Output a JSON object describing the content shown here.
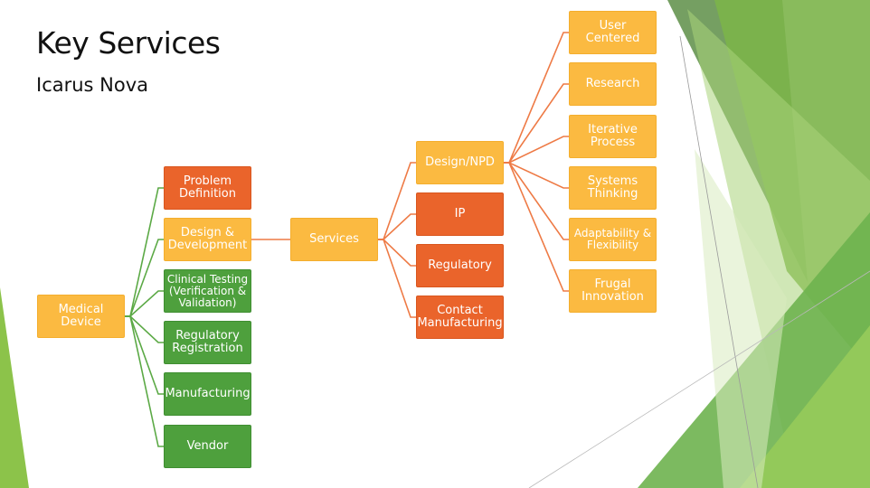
{
  "slide": {
    "title": "Key Services",
    "subtitle": "Icarus Nova"
  },
  "colors": {
    "yellow": "#FBBA41",
    "orange": "#EA642B",
    "green": "#4EA03D",
    "line_green": "#5BA945",
    "line_orange": "#EE7A45"
  },
  "diagram": {
    "root": {
      "label": "Medical Device"
    },
    "level1": [
      {
        "label": "Problem\nDefinition",
        "color": "orange"
      },
      {
        "label": "Design &\nDevelopment",
        "color": "yellow"
      },
      {
        "label": "Clinical Testing\n(Verification &\nValidation)",
        "color": "green"
      },
      {
        "label": "Regulatory\nRegistration",
        "color": "green"
      },
      {
        "label": "Manufacturing",
        "color": "green"
      },
      {
        "label": "Vendor",
        "color": "green"
      }
    ],
    "services": {
      "label": "Services"
    },
    "level3": [
      {
        "label": "Design/NPD",
        "color": "yellow"
      },
      {
        "label": "IP",
        "color": "orange"
      },
      {
        "label": "Regulatory",
        "color": "orange"
      },
      {
        "label": "Contact\nManufacturing",
        "color": "orange"
      }
    ],
    "level4": [
      {
        "label": "User Centered"
      },
      {
        "label": "Research"
      },
      {
        "label": "Iterative\nProcess"
      },
      {
        "label": "Systems\nThinking"
      },
      {
        "label": "Adaptability &\nFlexibility"
      },
      {
        "label": "Frugal\nInnovation"
      }
    ]
  }
}
